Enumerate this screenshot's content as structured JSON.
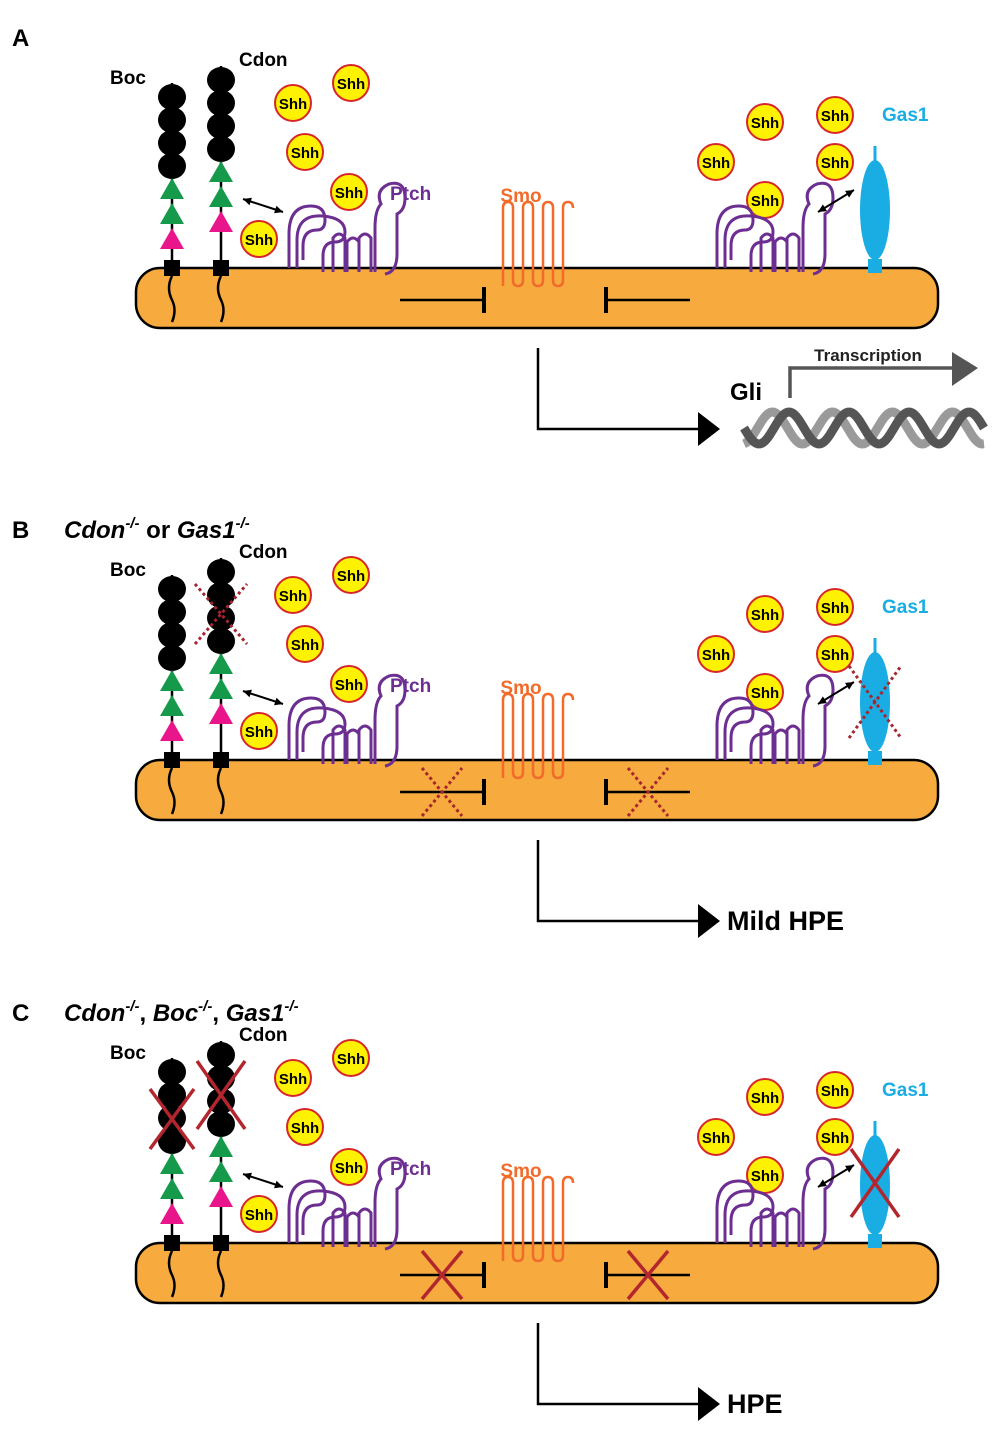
{
  "colors": {
    "membrane": "#F7AA3E",
    "ptch": "#6C2F91",
    "smo": "#F26B2A",
    "gas1": "#1AADE4",
    "shh_fill": "#FFF200",
    "shh_stroke": "#D7262B",
    "boc_cdon": "#000000",
    "fn_domain": "#149A4A",
    "pink_domain": "#E8168A",
    "cross_mild": "#A6262E",
    "cross_strong": "#B3262E",
    "dna_dark": "#555555",
    "dna_light": "#9A9A9A",
    "transcription_arrow": "#555555"
  },
  "labels": {
    "boc": "Boc",
    "cdon": "Cdon",
    "shh": "Shh",
    "ptch": "Ptch",
    "smo": "Smo",
    "gas1": "Gas1"
  },
  "panels": [
    {
      "letter": "A",
      "title_parts": [],
      "outcome": "",
      "gli_label": "Gli",
      "transcription_label": "Transcription",
      "crossed": "none"
    },
    {
      "letter": "B",
      "title_parts": [
        {
          "text": "Cdon",
          "italic": true,
          "sup": false
        },
        {
          "text": "-/-",
          "italic": true,
          "sup": true
        },
        {
          "text": " or ",
          "italic": false,
          "sup": false
        },
        {
          "text": "Gas1",
          "italic": true,
          "sup": false
        },
        {
          "text": "-/-",
          "italic": true,
          "sup": true
        }
      ],
      "outcome": "Mild HPE",
      "crossed": "mild"
    },
    {
      "letter": "C",
      "title_parts": [
        {
          "text": "Cdon",
          "italic": true,
          "sup": false
        },
        {
          "text": "-/-",
          "italic": true,
          "sup": true
        },
        {
          "text": ", ",
          "italic": false,
          "sup": false
        },
        {
          "text": "Boc",
          "italic": true,
          "sup": false
        },
        {
          "text": "-/-",
          "italic": true,
          "sup": true
        },
        {
          "text": ", ",
          "italic": false,
          "sup": false
        },
        {
          "text": "Gas1",
          "italic": true,
          "sup": false
        },
        {
          "text": "-/-",
          "italic": true,
          "sup": true
        }
      ],
      "outcome": "HPE",
      "crossed": "strong"
    }
  ]
}
